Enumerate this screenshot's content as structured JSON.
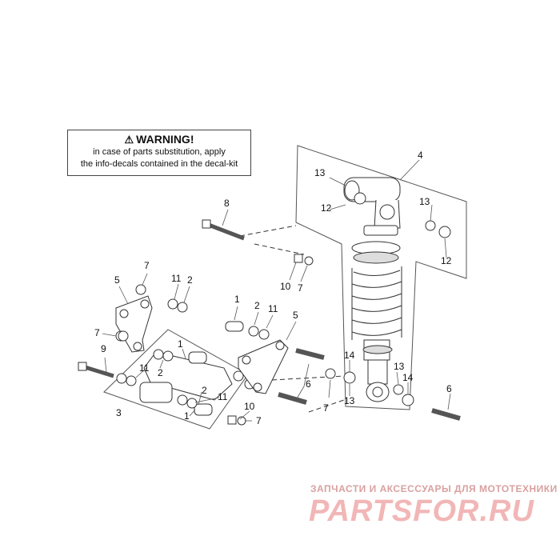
{
  "warning": {
    "title": "WARNING!",
    "line1": "in case of parts substitution, apply",
    "line2": "the info-decals contained in the decal-kit"
  },
  "callouts": [
    {
      "text": "13"
    },
    {
      "text": "4"
    },
    {
      "text": "12"
    },
    {
      "text": "13"
    },
    {
      "text": "12"
    },
    {
      "text": "8"
    },
    {
      "text": "10"
    },
    {
      "text": "7"
    },
    {
      "text": "7"
    },
    {
      "text": "5"
    },
    {
      "text": "11"
    },
    {
      "text": "2"
    },
    {
      "text": "7"
    },
    {
      "text": "1"
    },
    {
      "text": "2"
    },
    {
      "text": "11"
    },
    {
      "text": "5"
    },
    {
      "text": "9"
    },
    {
      "text": "11"
    },
    {
      "text": "2"
    },
    {
      "text": "1"
    },
    {
      "text": "6"
    },
    {
      "text": "3"
    },
    {
      "text": "2"
    },
    {
      "text": "11"
    },
    {
      "text": "1"
    },
    {
      "text": "10"
    },
    {
      "text": "7"
    },
    {
      "text": "7"
    },
    {
      "text": "14"
    },
    {
      "text": "13"
    },
    {
      "text": "13"
    },
    {
      "text": "14"
    },
    {
      "text": "6"
    }
  ],
  "watermark": {
    "tagline": "ЗАПЧАСТИ И АКСЕССУАРЫ ДЛЯ МОТОТЕХНИКИ",
    "brand": "PARTSFOR.RU"
  },
  "colors": {
    "line": "#333333",
    "watermark": "#f2b6b6"
  }
}
